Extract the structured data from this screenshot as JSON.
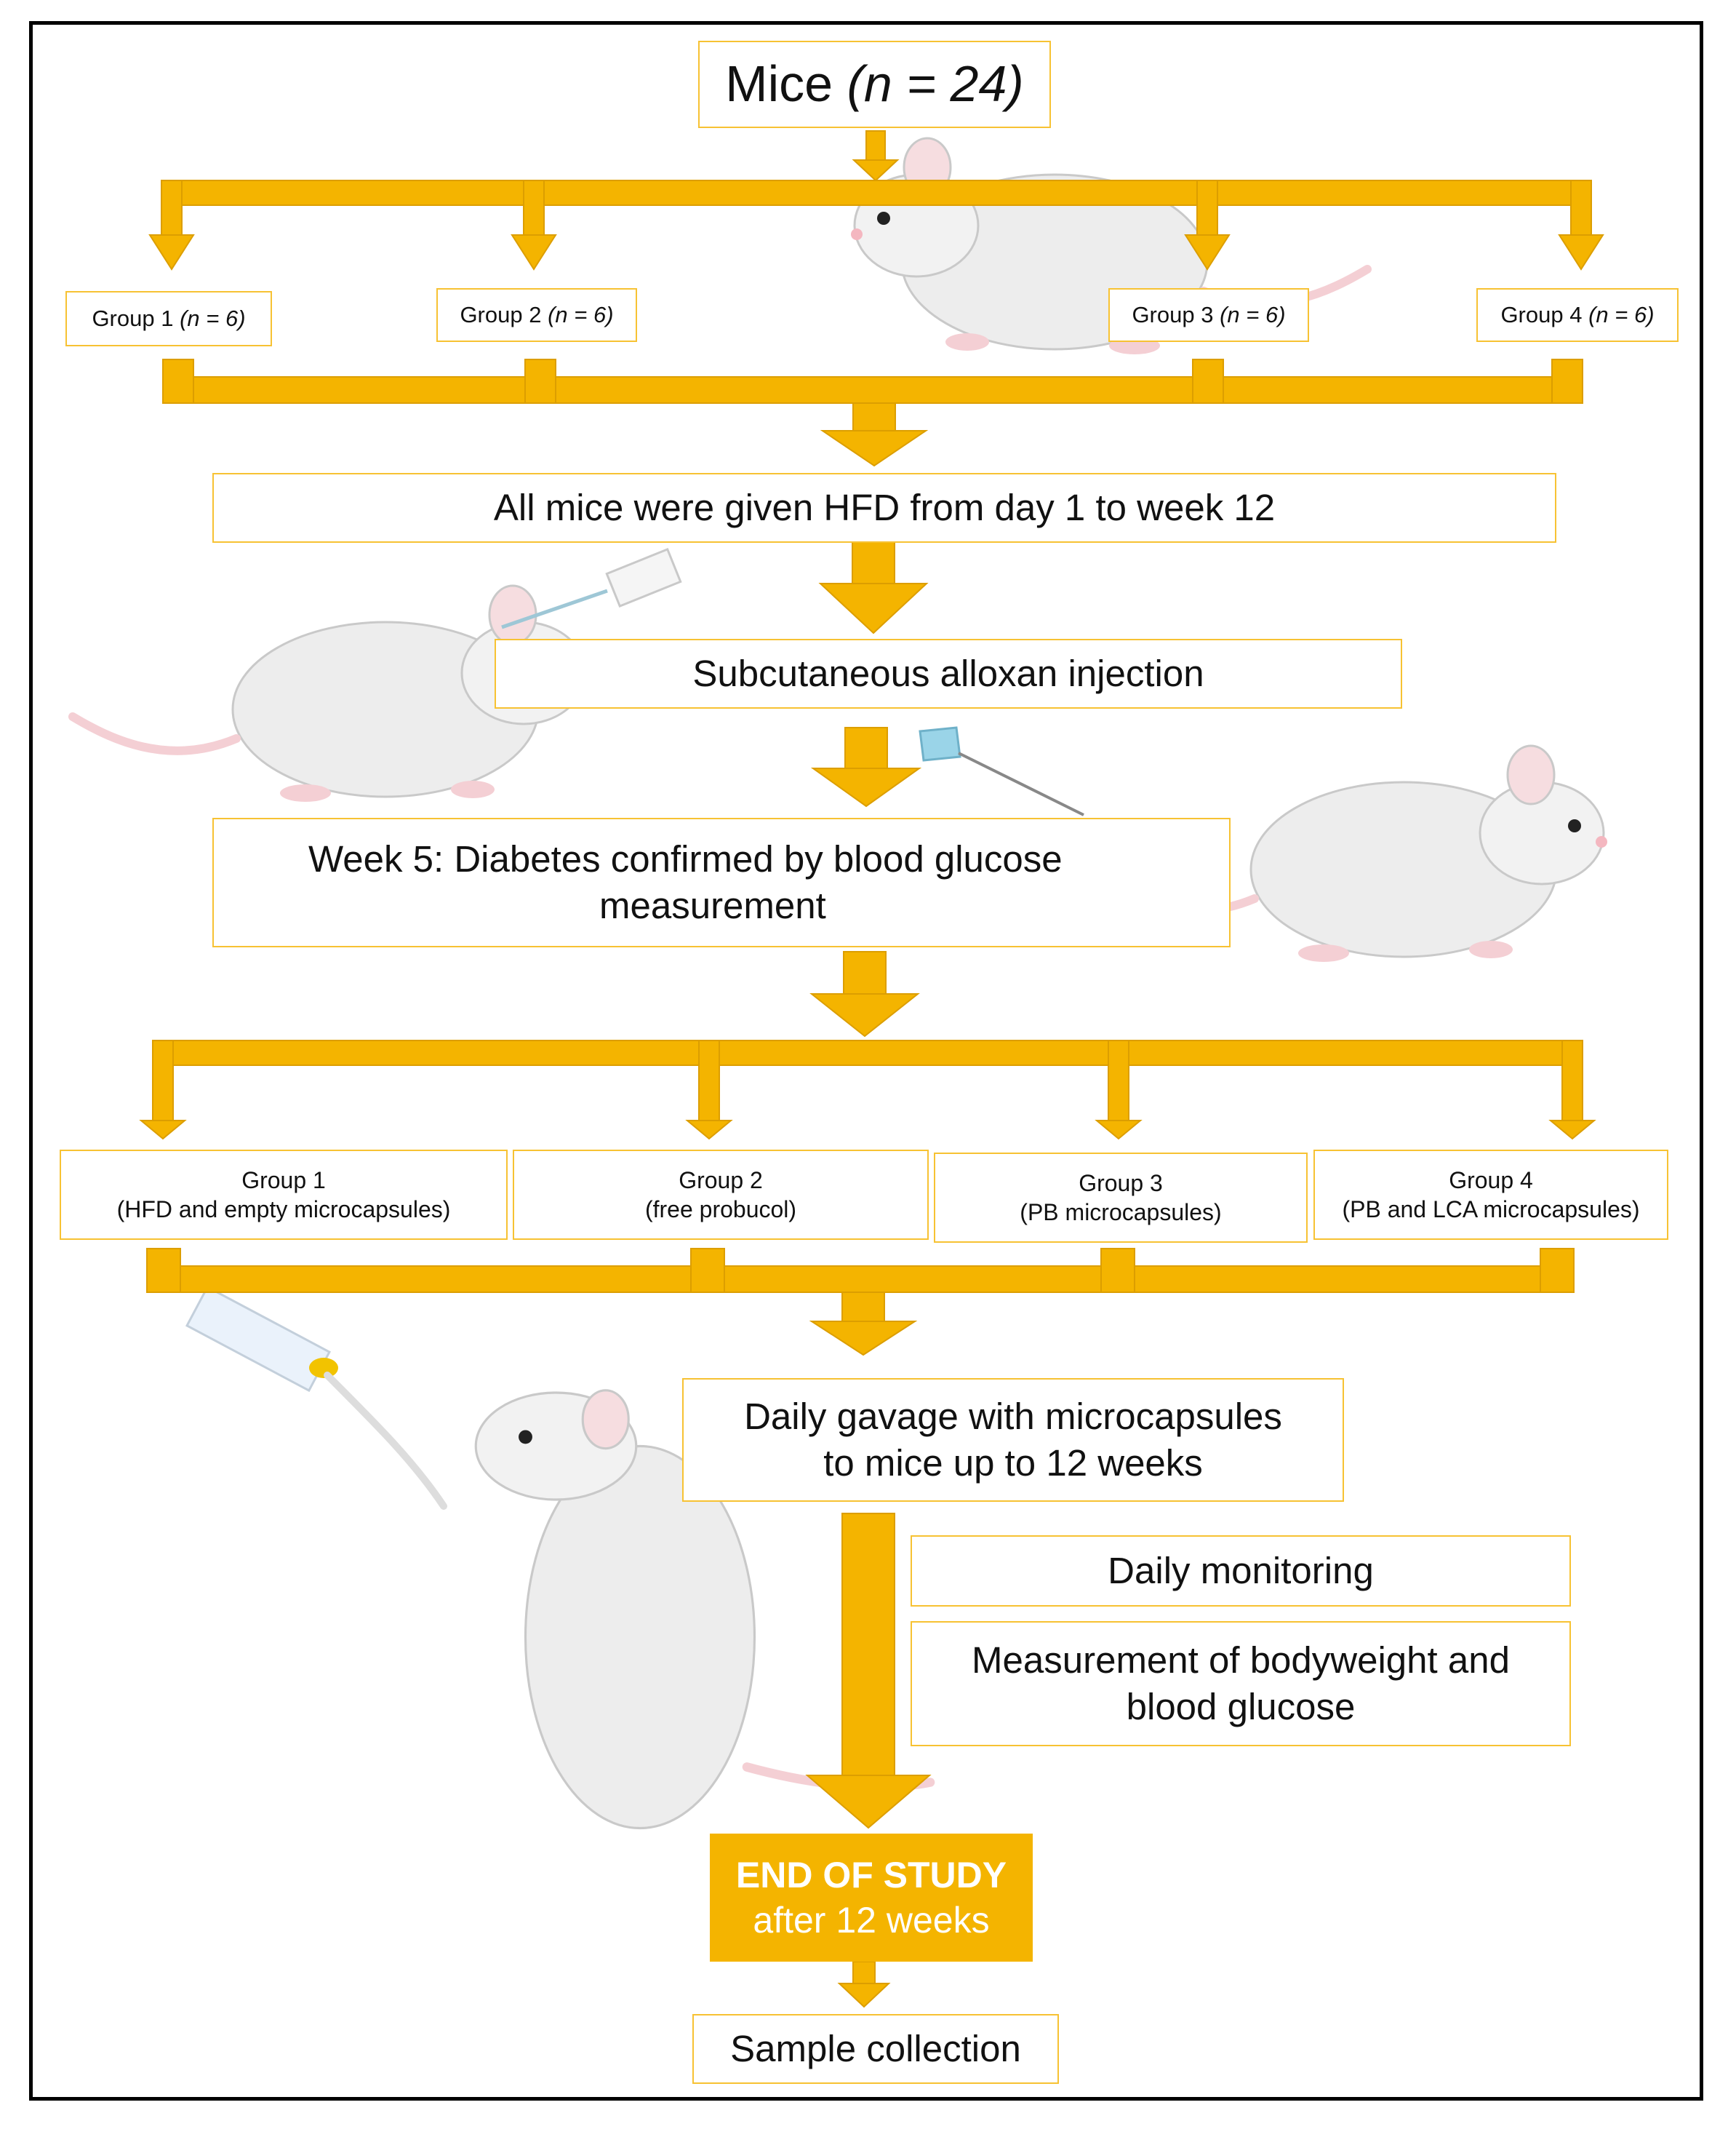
{
  "colors": {
    "arrow": "#F4B400",
    "box_border": "#F7C233",
    "end_fill": "#F4B400",
    "mouse": "#EDEDED"
  },
  "start": {
    "label": "Mice",
    "n": "(n = 24)"
  },
  "groups_top": [
    {
      "label": "Group 1",
      "n": "(n = 6)"
    },
    {
      "label": "Group 2",
      "n": "(n = 6)"
    },
    {
      "label": "Group 3",
      "n": "(n = 6)"
    },
    {
      "label": "Group 4",
      "n": "(n = 6)"
    }
  ],
  "steps": {
    "hfd": "All mice were given HFD from day 1 to week 12",
    "injection": "Subcutaneous alloxan injection",
    "week5_line1": "Week 5: Diabetes confirmed by blood glucose",
    "week5_line2": "measurement"
  },
  "treatment_groups": [
    {
      "title": "Group 1",
      "desc": "(HFD and empty microcapsules)"
    },
    {
      "title": "Group 2",
      "desc": "(free probucol)"
    },
    {
      "title": "Group 3",
      "desc": "(PB microcapsules)"
    },
    {
      "title": "Group 4",
      "desc": "(PB and LCA microcapsules)"
    }
  ],
  "gavage": {
    "line1": "Daily gavage with microcapsules",
    "line2": "to mice up to 12 weeks"
  },
  "monitoring": "Daily monitoring",
  "measurement": {
    "line1": "Measurement of bodyweight and",
    "line2": "blood glucose"
  },
  "end": {
    "line1": "END OF STUDY",
    "line2": "after 12 weeks"
  },
  "final": "Sample collection",
  "icons": [
    "mouse-icon",
    "syringe-icon",
    "gavage-tube-icon"
  ]
}
